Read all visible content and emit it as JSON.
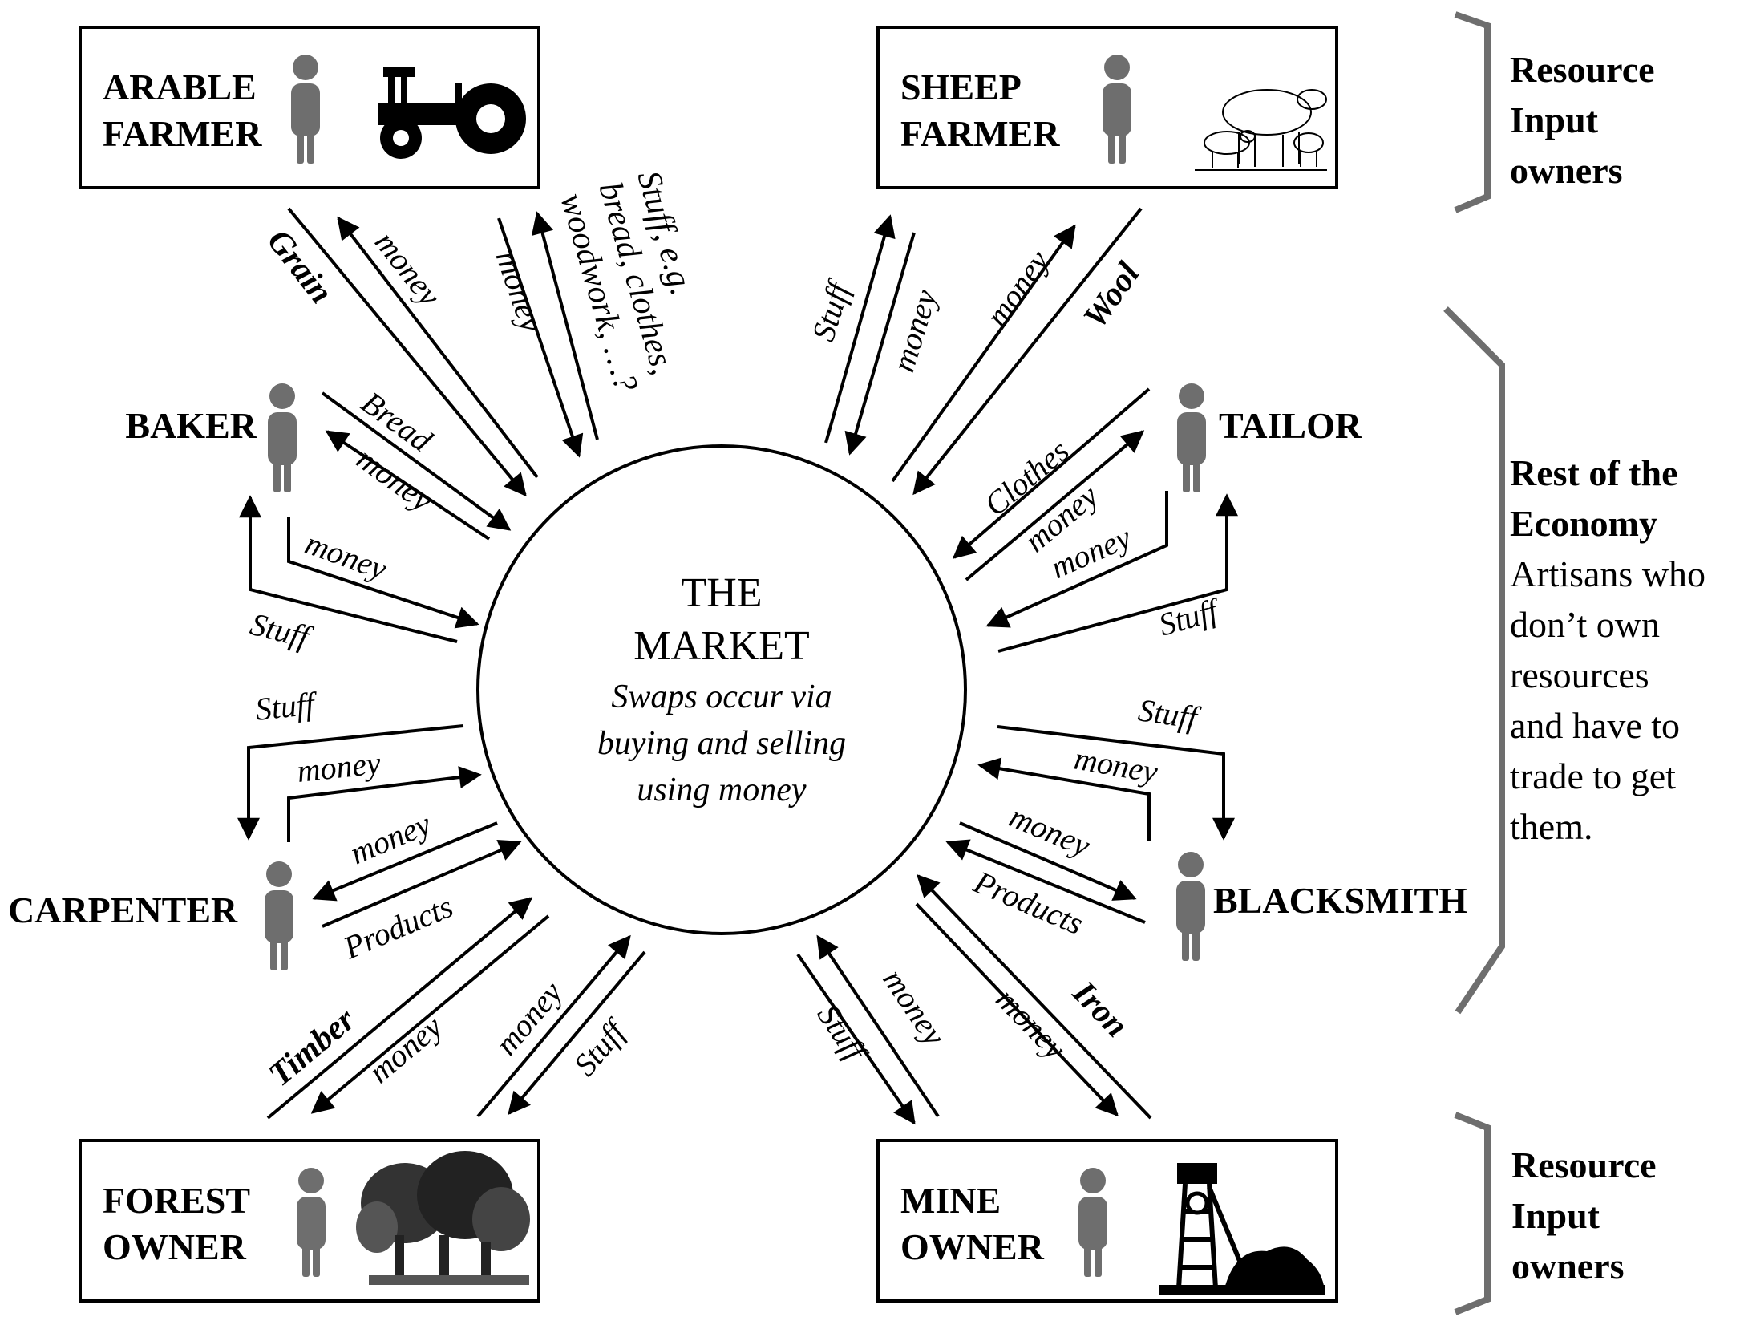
{
  "market": {
    "title_line1": "THE",
    "title_line2": "MARKET",
    "subtitle_line1": "Swaps occur via",
    "subtitle_line2": "buying and selling",
    "subtitle_line3": "using money"
  },
  "boxes": {
    "arable": {
      "line1": "ARABLE",
      "line2": "FARMER",
      "icon": "tractor-icon"
    },
    "sheep": {
      "line1": "SHEEP",
      "line2": "FARMER",
      "icon": "sheep-icon"
    },
    "forest": {
      "line1": "FOREST",
      "line2": "OWNER",
      "icon": "trees-icon"
    },
    "mine": {
      "line1": "MINE",
      "line2": "OWNER",
      "icon": "mine-tower-icon"
    }
  },
  "artisans": {
    "baker": "BAKER",
    "tailor": "TAILOR",
    "carpenter": "CARPENTER",
    "blacksmith": "BLACKSMITH"
  },
  "side_labels": {
    "resource_top": [
      "Resource",
      "Input",
      "owners"
    ],
    "resource_bottom": [
      "Resource",
      "Input",
      "owners"
    ],
    "rest_title": [
      "Rest of the",
      "Economy"
    ],
    "rest_body": [
      "Artisans who",
      "don’t own",
      "resources",
      "and have to",
      "trade to get",
      "them."
    ]
  },
  "flow_labels": {
    "grain": "Grain",
    "money_arable_1": "money",
    "money_arable_2": "money",
    "stuff_arable_1": "Stuff, e.g.",
    "stuff_arable_2": "bread, clothes,",
    "stuff_arable_3": "woodwork, …?",
    "stuff_sheep": "Stuff",
    "money_sheep_1": "money",
    "money_sheep_2": "money",
    "wool": "Wool",
    "bread": "Bread",
    "money_baker_1": "money",
    "money_baker_2": "money",
    "stuff_baker": "Stuff",
    "clothes": "Clothes",
    "money_tailor_1": "money",
    "money_tailor_2": "money",
    "stuff_tailor": "Stuff",
    "stuff_carpenter": "Stuff",
    "money_carpenter_1": "money",
    "money_carpenter_2": "money",
    "products_carpenter": "Products",
    "stuff_blacksmith": "Stuff",
    "money_blacksmith_1": "money",
    "money_blacksmith_2": "money",
    "products_blacksmith": "Products",
    "timber": "Timber",
    "money_forest_1": "money",
    "money_forest_2": "money",
    "stuff_forest": "Stuff",
    "stuff_mine": "Stuff",
    "money_mine_1": "money",
    "money_mine_2": "money",
    "iron": "Iron"
  },
  "colors": {
    "line": "#000000",
    "person": "#6e6e6e",
    "bracket": "#6e6e6e"
  }
}
